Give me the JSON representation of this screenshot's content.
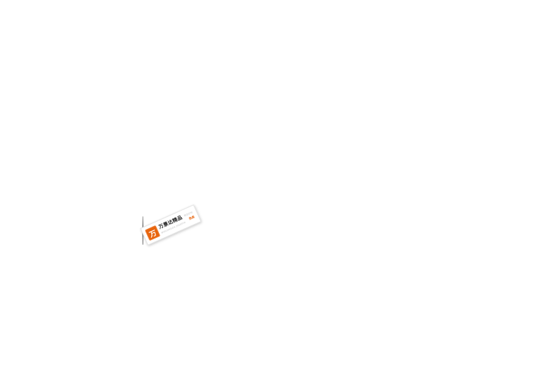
{
  "page": {
    "background_color": "#ffffff"
  },
  "banner": {
    "logo": {
      "glyph": "万",
      "background_color": "#e8650f",
      "glyph_color": "#ffffff"
    },
    "title": "万景达精品",
    "subtitle": "WANJINGDA JINGPIN",
    "right_note": "精选好物",
    "right_badge": "热卖",
    "accent_color": "#e8650f"
  }
}
